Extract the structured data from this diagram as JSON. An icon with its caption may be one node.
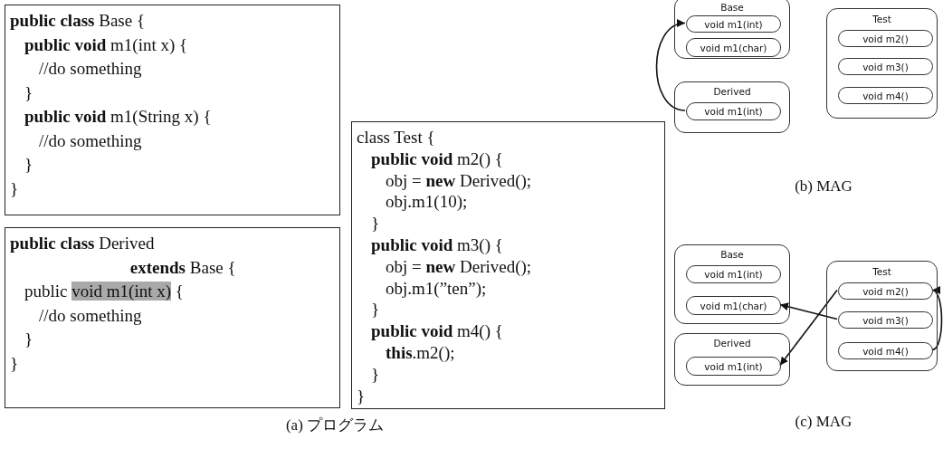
{
  "diagram": {
    "nodes": [
      {
        "text": [
          "**public class** Base {",
          "**public void** m1(int x) {",
          "//do something",
          "}",
          "**public void** m1(String x) {",
          "//do something",
          "}",
          "}"
        ]
      },
      {
        "text": [
          "**public class** Derived",
          "**extends** Base {",
          "public void m1(int x) {",
          "//do something",
          "}",
          "}"
        ]
      },
      {
        "text": [
          "class Test {",
          "**public void** m2() {",
          "obj = **new** Derived();",
          "obj.m1(10);",
          "}",
          "**public void** m3() {",
          "obj = **new** Derived();",
          "obj.m1(”ten”);",
          "}",
          "**public void** m4() {",
          "**this**.m2();",
          "}",
          "}"
        ]
      },
      {
        "text": [
          "Base"
        ]
      },
      {
        "text": [
          "void m1(int)"
        ],
        "in": 3
      },
      {
        "text": [
          "void m1(char)"
        ],
        "in": 3
      },
      {
        "text": [
          "Derived"
        ]
      },
      {
        "text": [
          "void m1(int)"
        ],
        "in": 6
      },
      {
        "text": [
          "Test"
        ]
      },
      {
        "text": [
          "void m2()"
        ],
        "in": 8
      },
      {
        "text": [
          "void m3()"
        ],
        "in": 8
      },
      {
        "text": [
          "void m4()"
        ],
        "in": 8
      },
      {
        "text": [
          "Base"
        ]
      },
      {
        "text": [
          "void m1(int)"
        ],
        "in": 12
      },
      {
        "text": [
          "void m1(char)"
        ],
        "in": 12
      },
      {
        "text": [
          "Derived"
        ]
      },
      {
        "text": [
          "void m1(int)"
        ],
        "in": 15
      },
      {
        "text": [
          "Test"
        ]
      },
      {
        "text": [
          "void m2()"
        ],
        "in": 17
      },
      {
        "text": [
          "void m3()"
        ],
        "in": 17
      },
      {
        "text": [
          "void m4()"
        ],
        "in": 17
      }
    ],
    "edges": [
      {
        "from": 7,
        "to": 4,
        "arrow": "to"
      },
      {
        "from": 19,
        "to": 14,
        "arrow": "to"
      },
      {
        "from": 18,
        "to": 16,
        "arrow": "to"
      },
      {
        "from": 20,
        "to": 18,
        "arrow": "to"
      }
    ],
    "labels": [
      "(b) MAG",
      "(a) プログラム",
      "(c) MAG"
    ]
  }
}
